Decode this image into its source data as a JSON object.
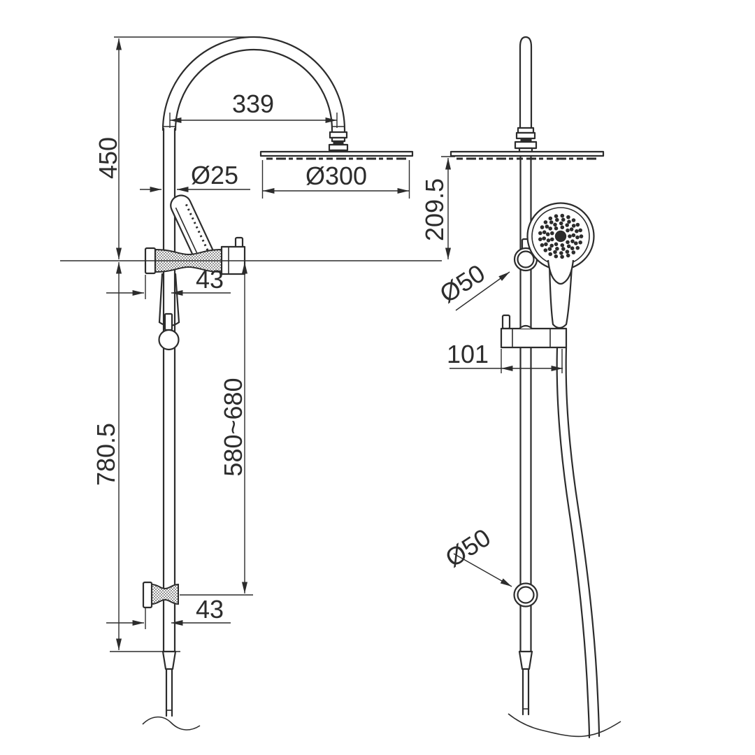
{
  "colors": {
    "line": "#2c2c2c",
    "background": "#ffffff"
  },
  "dimensions": {
    "riser_height": "450",
    "arm_projection": "339",
    "pipe_diameter": "Ø25",
    "overhead_diameter": "Ø300",
    "head_to_diverter": "209.5",
    "upper_wall_offset": "43",
    "slide_range": "580~680",
    "rail_length": "780.5",
    "lower_wall_offset": "43",
    "upper_bracket_diameter": "Ø50",
    "bracket_projection": "101",
    "lower_bracket_diameter": "Ø50"
  }
}
